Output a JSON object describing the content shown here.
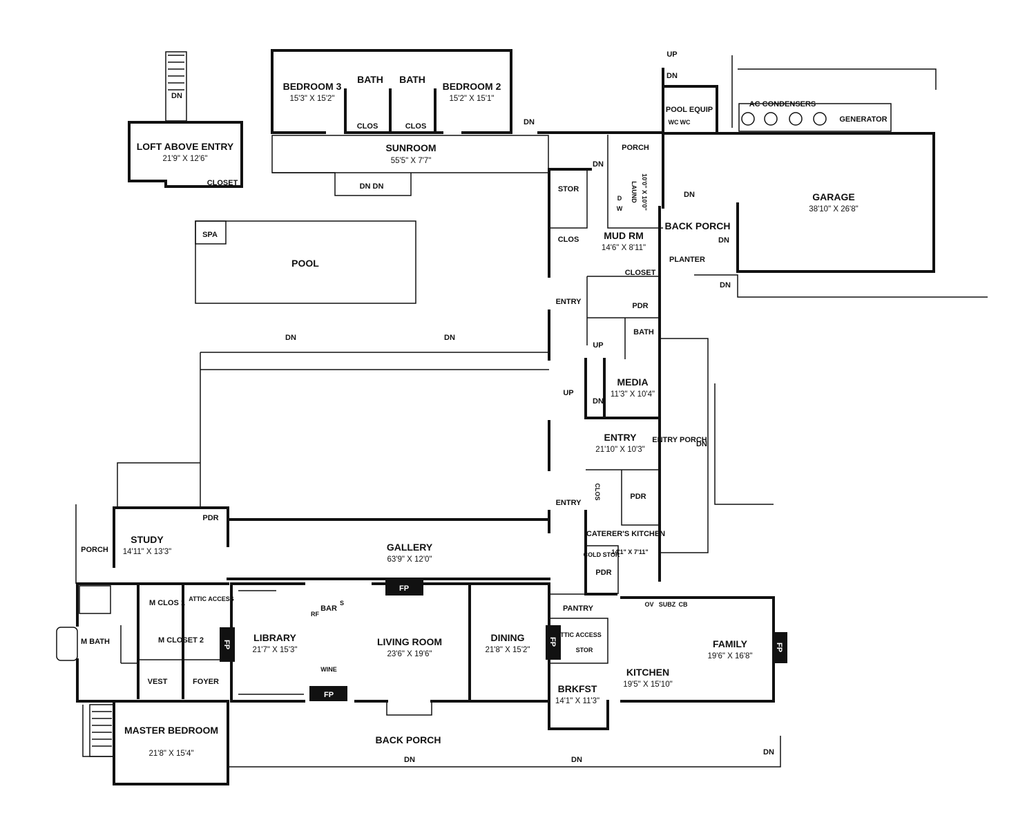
{
  "plan": {
    "rooms": {
      "loft_above_entry": {
        "name": "LOFT ABOVE ENTRY",
        "dim": "21'9\" X 12'6\""
      },
      "bedroom3": {
        "name": "BEDROOM 3",
        "dim": "15'3\" X 15'2\""
      },
      "bedroom2": {
        "name": "BEDROOM 2",
        "dim": "15'2\" X 15'1\""
      },
      "sunroom": {
        "name": "SUNROOM",
        "dim": "55'5\" X 7'7\""
      },
      "garage": {
        "name": "GARAGE",
        "dim": "38'10\" X 26'8\""
      },
      "mud_rm": {
        "name": "MUD RM",
        "dim": "14'6\" X 8'11\""
      },
      "laund": {
        "name": "LAUND",
        "dim": "10'0\" X 10'0\""
      },
      "media": {
        "name": "MEDIA",
        "dim": "11'3\" X 10'4\""
      },
      "entry_main": {
        "name": "ENTRY",
        "dim": "21'10\" X 10'3\""
      },
      "caterers_kitchen": {
        "name": "CATERER'S KITCHEN",
        "dim": "14'1\" X 7'11\""
      },
      "study": {
        "name": "STUDY",
        "dim": "14'11\" X 13'3\""
      },
      "gallery": {
        "name": "GALLERY",
        "dim": "63'9\" X 12'0\""
      },
      "library": {
        "name": "LIBRARY",
        "dim": "21'7\" X 15'3\""
      },
      "living_room": {
        "name": "LIVING ROOM",
        "dim": "23'6\" X 19'6\""
      },
      "dining": {
        "name": "DINING",
        "dim": "21'8\" X 15'2\""
      },
      "family": {
        "name": "FAMILY",
        "dim": "19'6\" X 16'8\""
      },
      "kitchen": {
        "name": "KITCHEN",
        "dim": "19'5\" X 15'10\""
      },
      "brkfst": {
        "name": "BRKFST",
        "dim": "14'1\" X 11'3\""
      },
      "master_bedroom": {
        "name": "MASTER BEDROOM",
        "dim": "21'8\" X 15'4\""
      }
    },
    "labels": {
      "closet": "CLOSET",
      "bath": "BATH",
      "clos": "CLOS",
      "pool_equip": "POOL EQUIP",
      "ac_condensers": "AC CONDENSERS",
      "generator": "GENERATOR",
      "porch": "PORCH",
      "back_porch": "BACK PORCH",
      "stor": "STOR",
      "planter": "PLANTER",
      "spa": "SPA",
      "pool": "POOL",
      "entry": "ENTRY",
      "pdr": "PDR",
      "entry_porch": "ENTRY PORCH",
      "cold_stor": "COLD STOR",
      "pantry": "PANTRY",
      "attic_access": "ATTIC ACCESS",
      "m_clos_1": "M CLOS 1",
      "m_closet_2": "M CLOSET 2",
      "m_bath": "M BATH",
      "vest": "VEST",
      "foyer": "FOYER",
      "bar": "BAR",
      "wine": "WINE",
      "fp": "FP",
      "oven": "OV",
      "subz": "SUBZ",
      "cb": "CB",
      "rf": "RF",
      "s": "S",
      "wc": "WC",
      "w": "W",
      "d": "D",
      "up": "UP",
      "dn": "DN",
      "dn_dn": "DN DN"
    }
  }
}
